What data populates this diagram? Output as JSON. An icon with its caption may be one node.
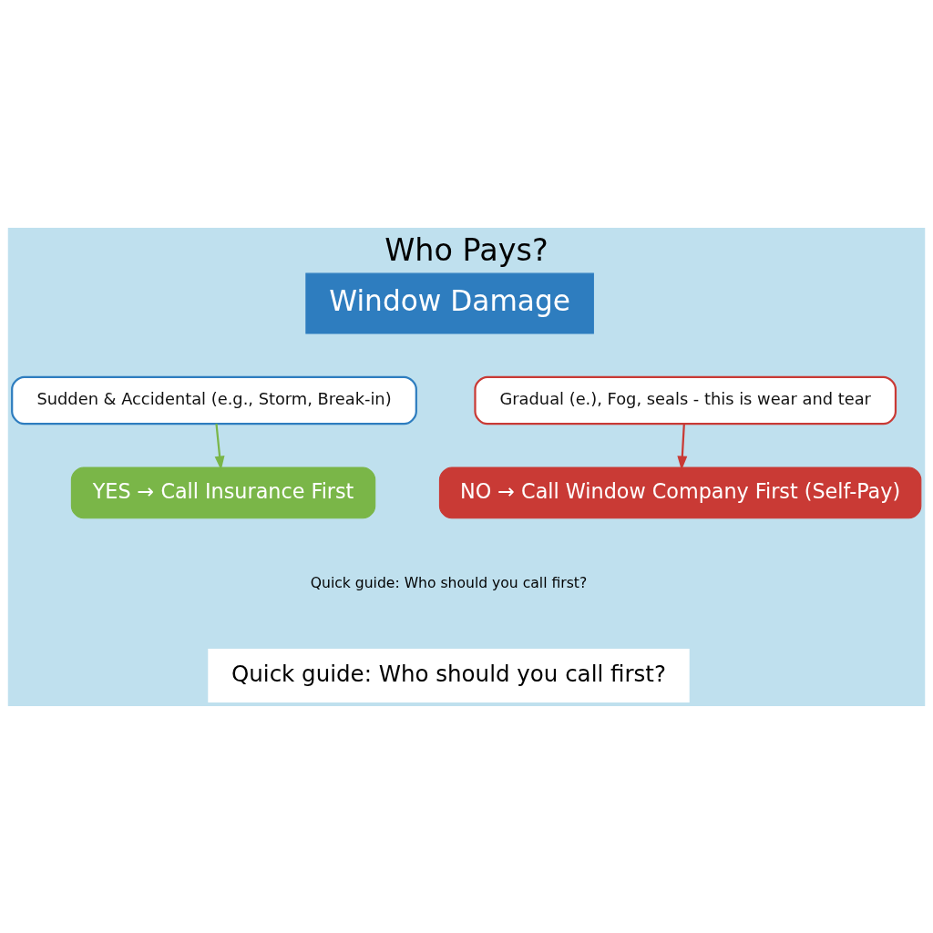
{
  "diagram": {
    "title": "Who Pays?",
    "nodes": [
      {
        "text": [
          "Sudden & Accidental (e.g., Storm, Break-in)"
        ]
      },
      {
        "text": [
          "Gradual (e.), Fog, seals - this is wear and tear"
        ]
      },
      {
        "text": [
          "YES → Call Insurance First"
        ]
      },
      {
        "text": [
          "NO → Call Window Company First (Self-Pay)"
        ]
      }
    ],
    "edges": [
      {
        "from": 0,
        "to": 2,
        "arrow": "to",
        "color": "#7ab648"
      },
      {
        "from": 1,
        "to": 3,
        "arrow": "to",
        "color": "#c93a35"
      }
    ],
    "labels": [
      "Window Damage",
      "Quick guide: Who should you call first?",
      "Quick guide: Who should you call first?"
    ]
  }
}
